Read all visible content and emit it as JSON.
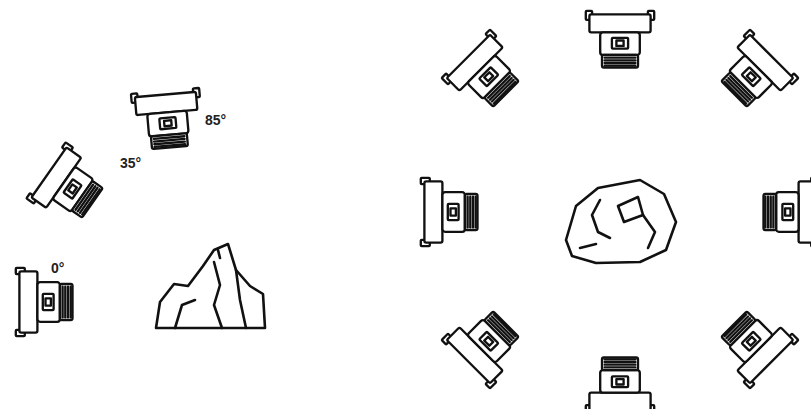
{
  "diagram": {
    "labels": [
      "85°",
      "35°",
      "0°"
    ]
  }
}
